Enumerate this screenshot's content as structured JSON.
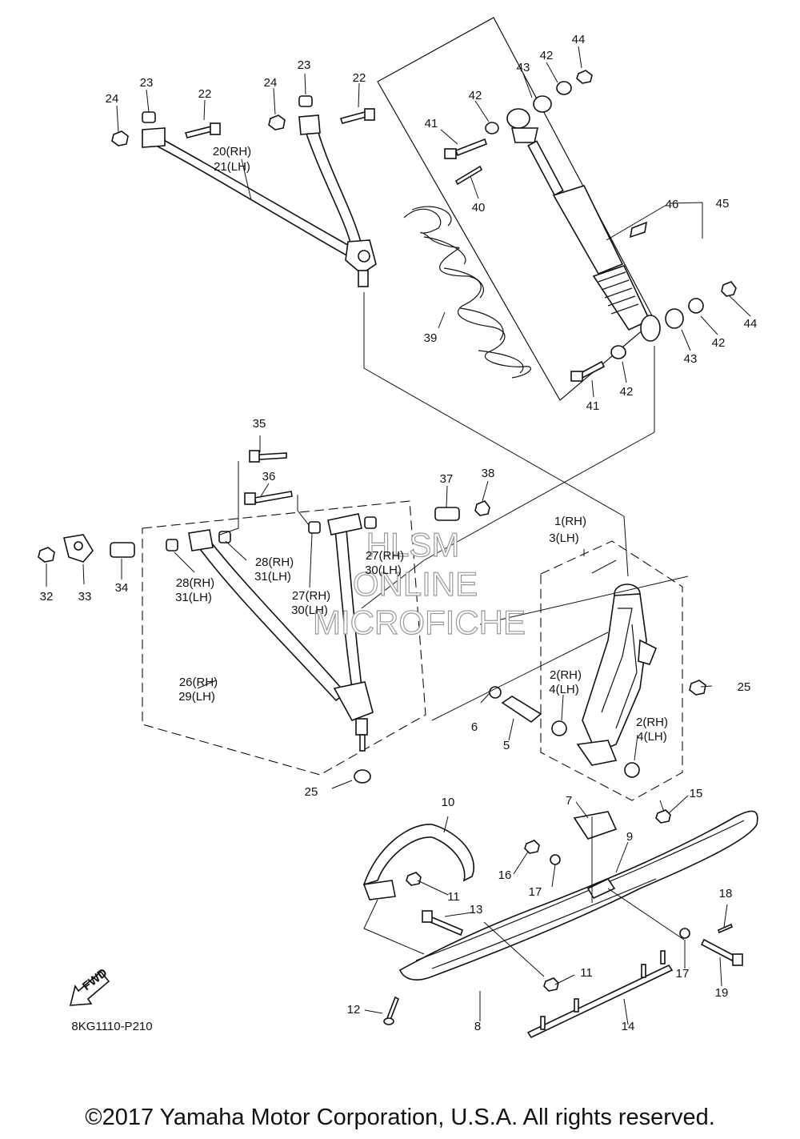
{
  "diagram_code": "8KG1110-P210",
  "fwd_label": "FWD",
  "watermark": [
    "HLSM",
    "ONLINE",
    "MICROFICHE"
  ],
  "copyright": "©2017 Yamaha Motor Corporation, U.S.A. All rights reserved.",
  "callouts": [
    "1(RH)",
    "3(LH)",
    "2(RH)",
    "4(LH)",
    "2(RH)",
    "4(LH)",
    "5",
    "6",
    "7",
    "8",
    "9",
    "10",
    "11",
    "11",
    "12",
    "13",
    "14",
    "15",
    "16",
    "17",
    "17",
    "18",
    "19",
    "20(RH)",
    "21(LH)",
    "22",
    "22",
    "23",
    "23",
    "24",
    "24",
    "25",
    "25",
    "26(RH)",
    "29(LH)",
    "27(RH)",
    "30(LH)",
    "27(RH)",
    "30(LH)",
    "28(RH)",
    "31(LH)",
    "28(RH)",
    "31(LH)",
    "32",
    "33",
    "34",
    "35",
    "36",
    "37",
    "38",
    "39",
    "40",
    "41",
    "41",
    "42",
    "42",
    "42",
    "42",
    "43",
    "43",
    "44",
    "44",
    "45",
    "46"
  ]
}
